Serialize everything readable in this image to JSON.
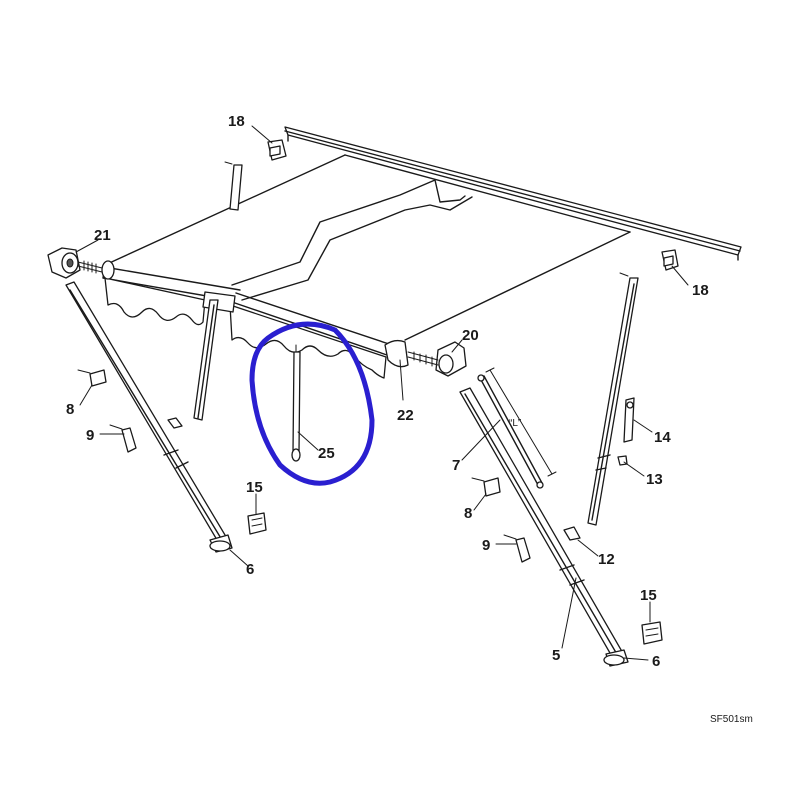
{
  "drawing_code": "SF501sm",
  "highlight_color": "#2a1fd0",
  "dimension_label": "“L”",
  "callouts": [
    "18",
    "18",
    "21",
    "20",
    "22",
    "25",
    "8",
    "9",
    "7",
    "14",
    "13",
    "15",
    "6",
    "8",
    "9",
    "12",
    "5",
    "15",
    "6"
  ]
}
